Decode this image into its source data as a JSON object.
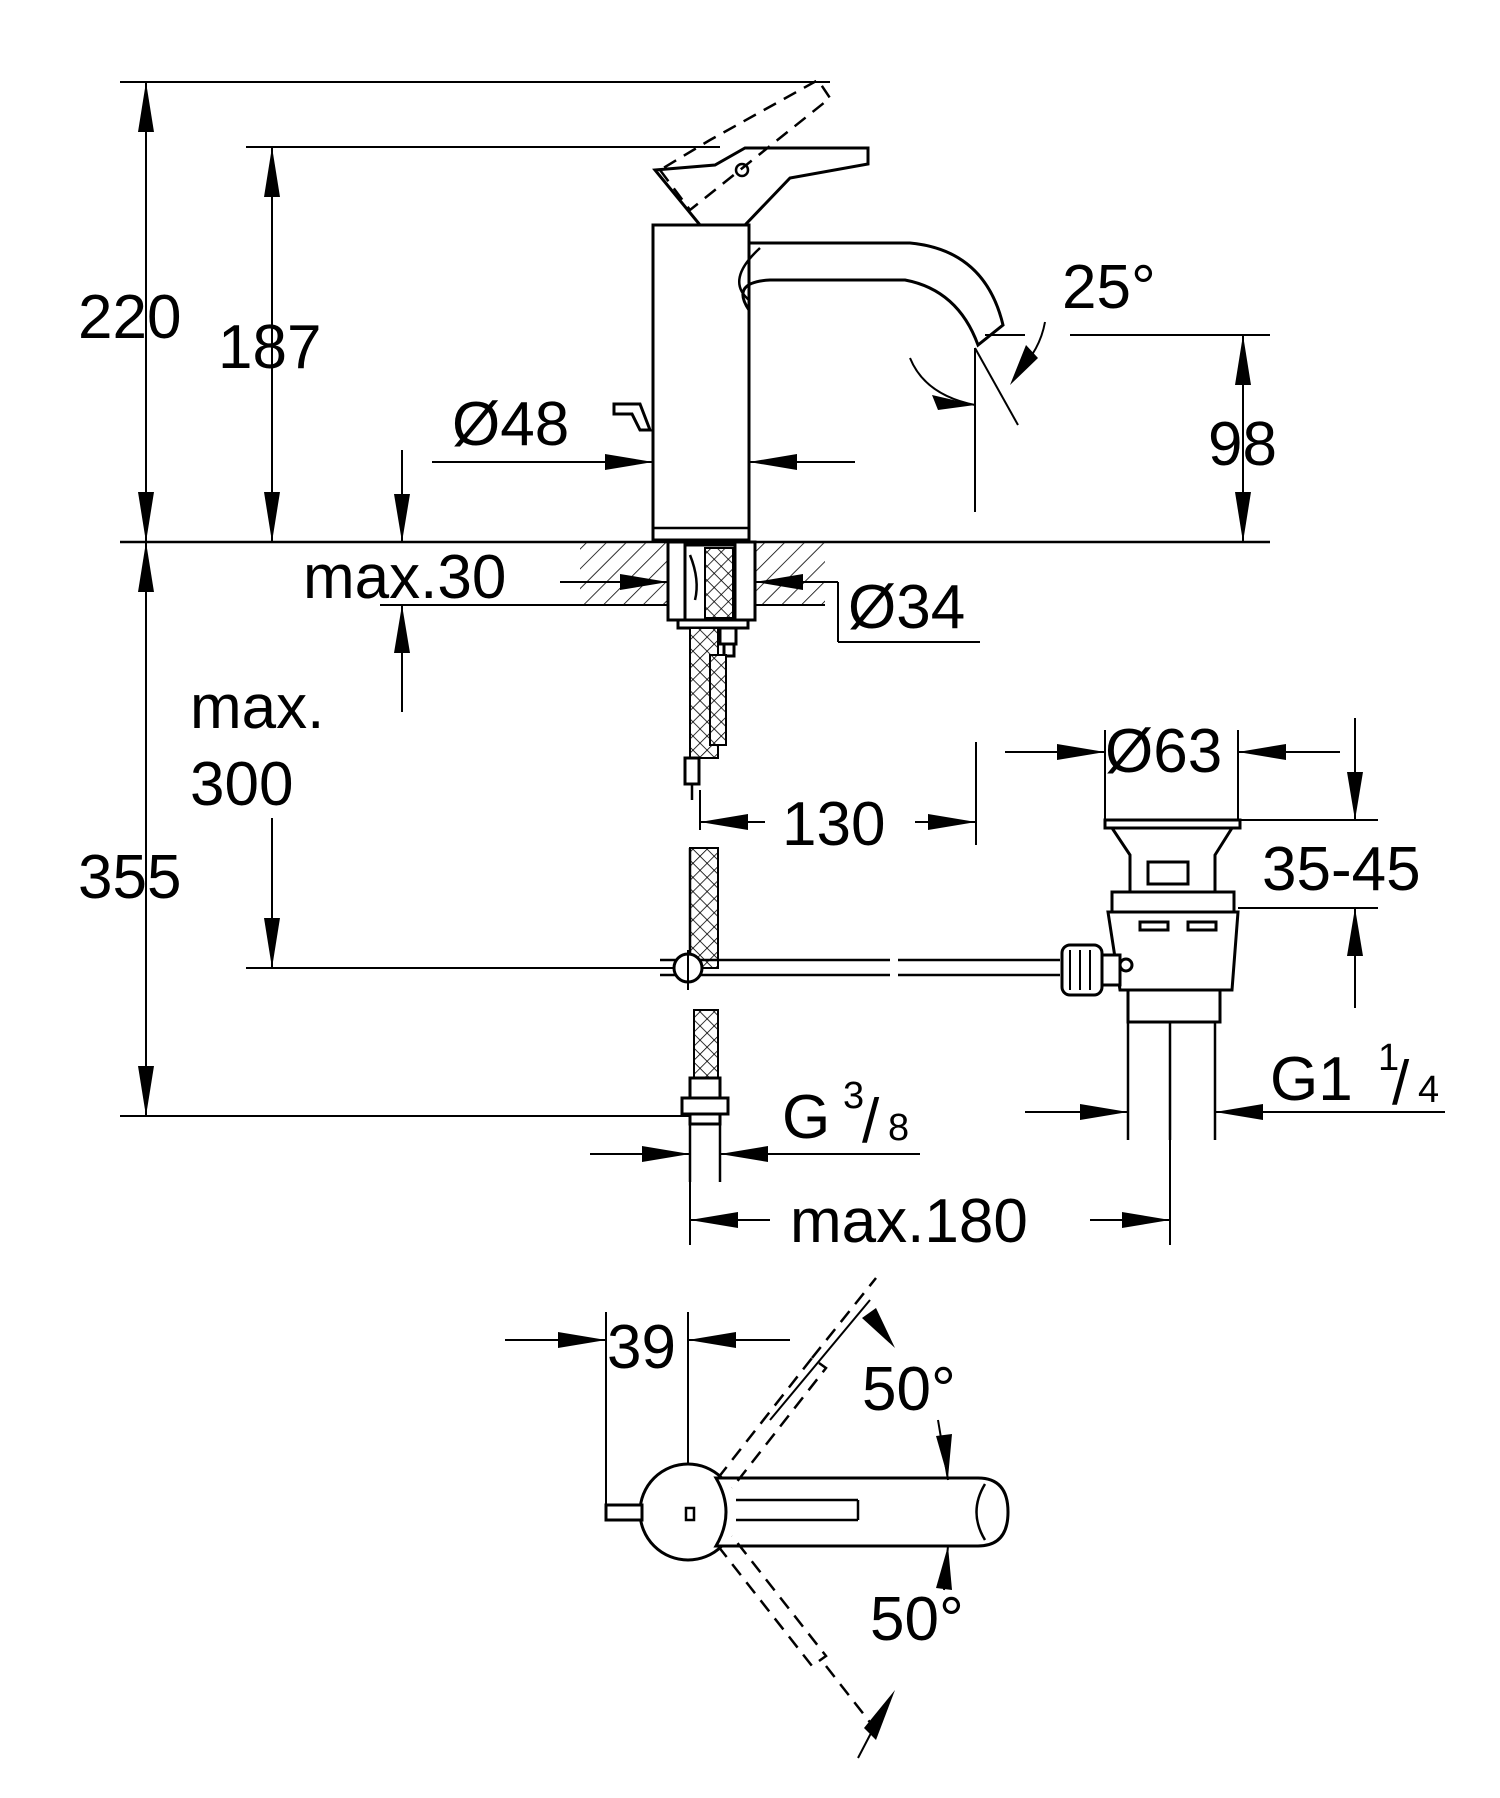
{
  "dimensions": {
    "height_lever_open": "220",
    "height_lever_closed": "187",
    "body_diameter": "Ø48",
    "spout_angle": "25°",
    "spout_height": "98",
    "max_deck_thickness": "max.30",
    "hole_diameter": "Ø34",
    "max_hose": "max.",
    "max_hose_value": "300",
    "waste_offset": "130",
    "pop_up_diameter": "Ø63",
    "pop_up_range": "35-45",
    "below_deck": "355",
    "connection_main": "G",
    "connection_num": "3",
    "connection_den": "8",
    "waste_thread_main": "G1",
    "waste_thread_num": "1",
    "waste_thread_den": "4",
    "max_reach": "max.180",
    "lever_offset": "39",
    "rotation_top": "50°",
    "rotation_bottom": "50°"
  },
  "colors": {
    "line": "#000000",
    "background": "#ffffff"
  }
}
